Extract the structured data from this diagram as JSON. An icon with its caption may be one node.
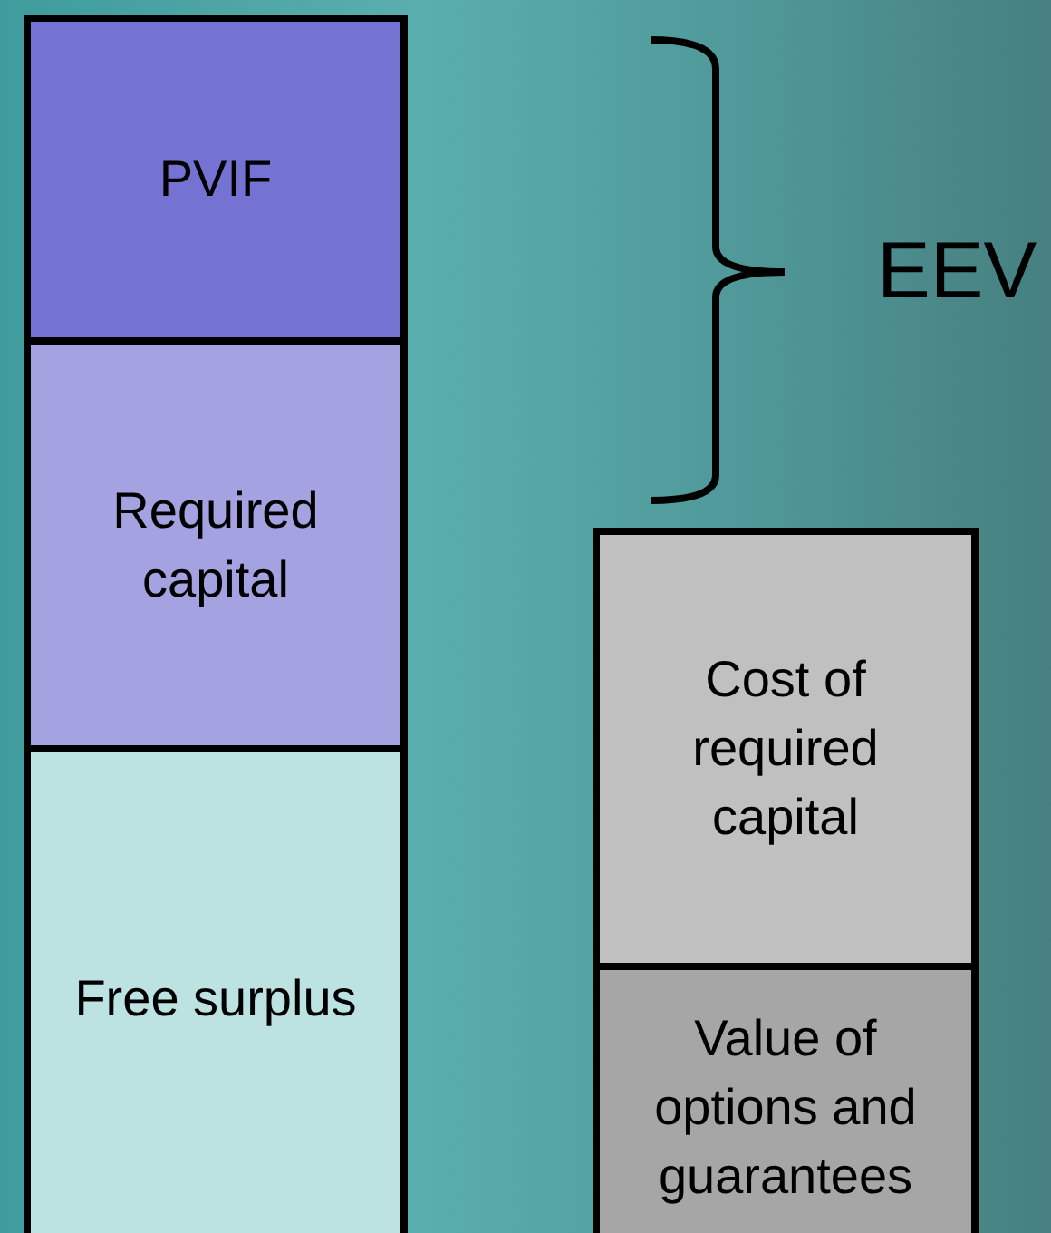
{
  "diagram": {
    "nodes": [
      {
        "text": [
          "PVIF"
        ]
      },
      {
        "text": [
          "Required capital"
        ]
      },
      {
        "text": [
          "Free surplus"
        ]
      },
      {
        "text": [
          "Cost of required capital"
        ]
      },
      {
        "text": [
          "Value of options and guarantees"
        ]
      }
    ],
    "labels": [
      "EEV"
    ]
  }
}
